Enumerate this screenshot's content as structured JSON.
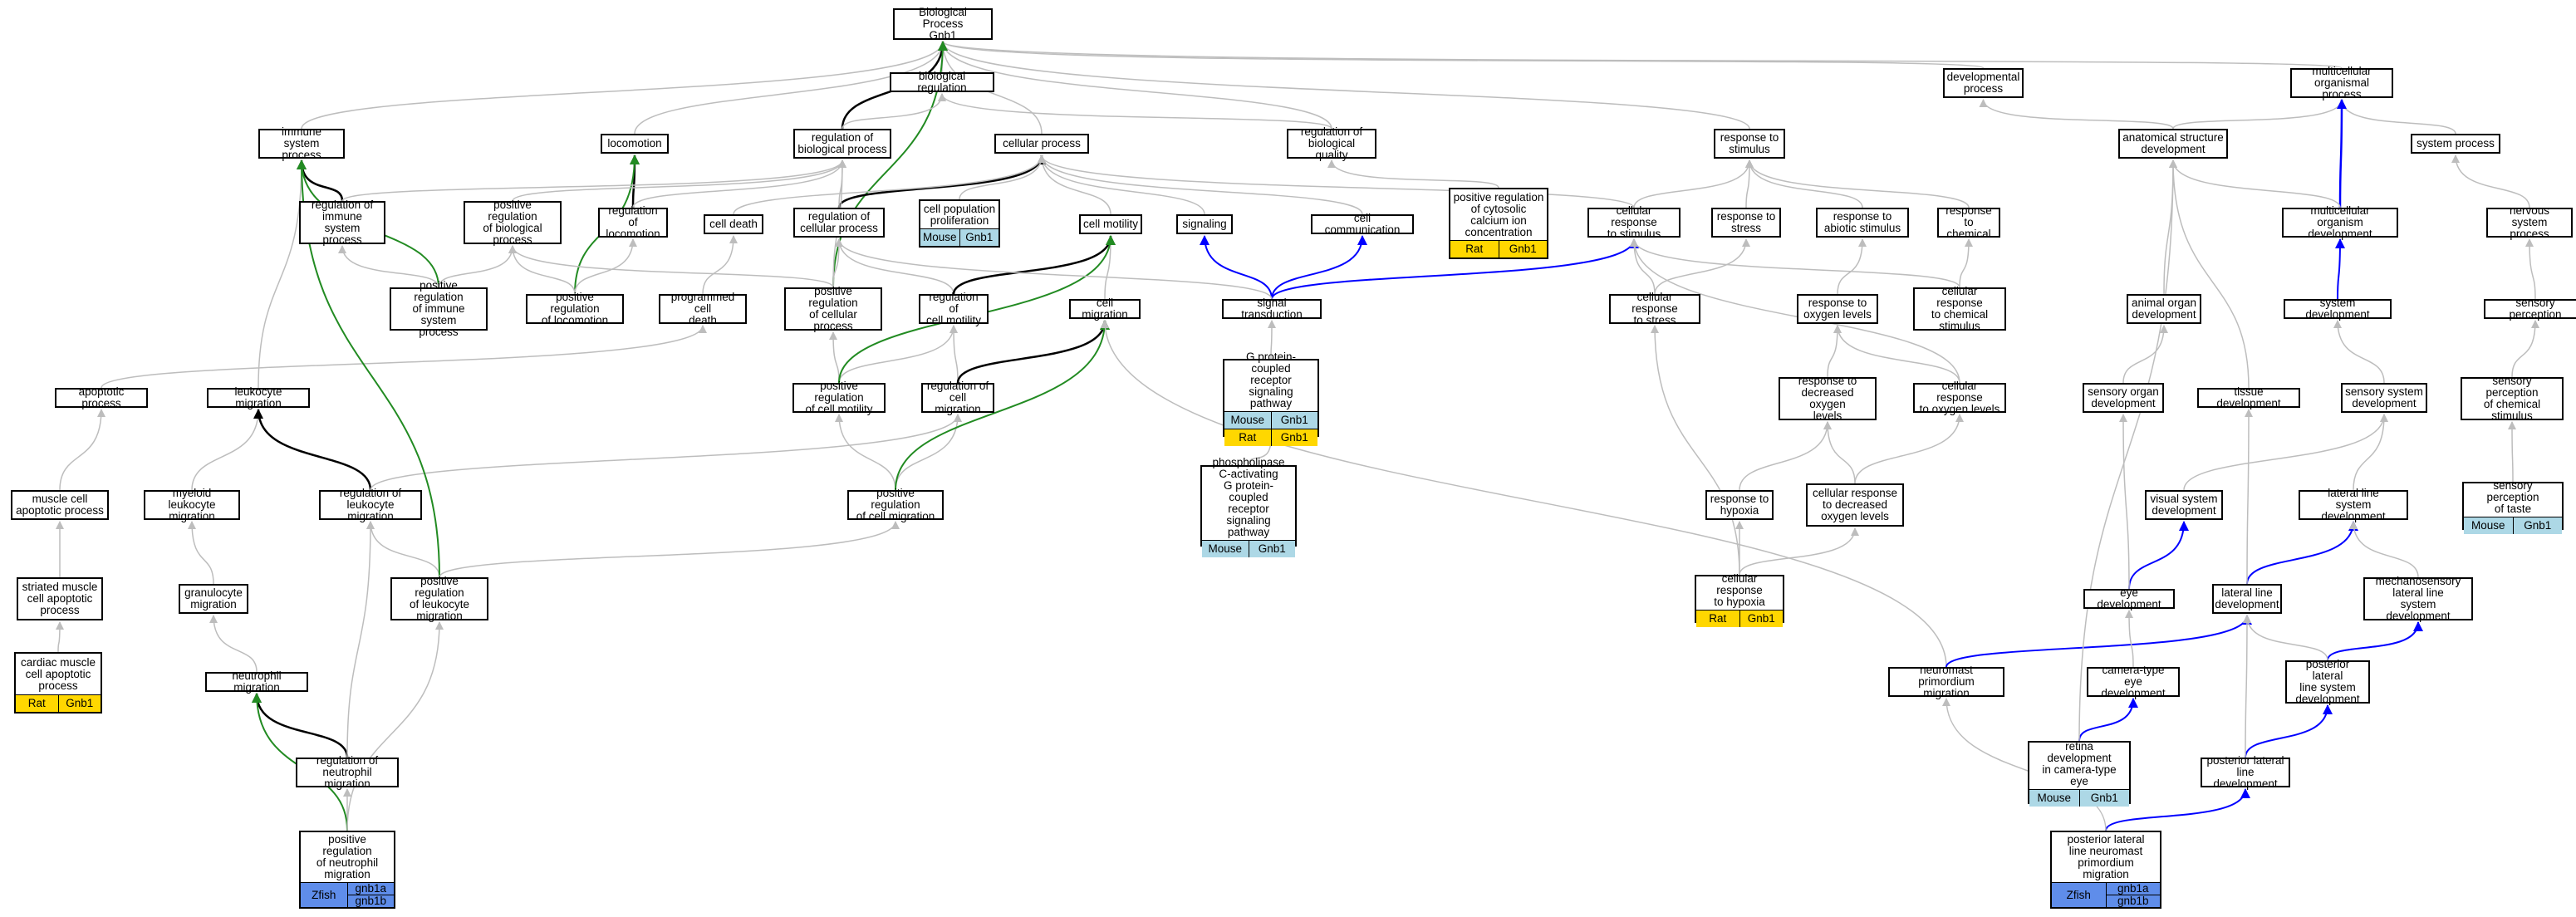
{
  "colors": {
    "gray_edge": "#bdbdbd",
    "black_edge": "#000000",
    "green_edge": "#228b22",
    "blue_edge": "#0000ff",
    "mouse": "#add8e6",
    "rat": "#ffd700",
    "zfish": "#5f8dea"
  },
  "nodes": {
    "root": {
      "label": "Biological Process\nGnb1"
    },
    "bioreg": {
      "label": "biological regulation"
    },
    "devproc": {
      "label": "developmental\nprocess"
    },
    "multiproc": {
      "label": "multicellular\norganismal process"
    },
    "immune": {
      "label": "immune system\nprocess"
    },
    "locomotion": {
      "label": "locomotion"
    },
    "regbio": {
      "label": "regulation of\nbiological process"
    },
    "cellproc": {
      "label": "cellular process"
    },
    "regqual": {
      "label": "regulation of\nbiological quality"
    },
    "respstim": {
      "label": "response to\nstimulus"
    },
    "anatdev": {
      "label": "anatomical structure\ndevelopment"
    },
    "sysproc": {
      "label": "system process"
    },
    "regimm": {
      "label": "regulation of\nimmune system\nprocess"
    },
    "posregbio": {
      "label": "positive regulation\nof biological\nprocess"
    },
    "regloco": {
      "label": "regulation of\nlocomotion"
    },
    "celldeath": {
      "label": "cell death"
    },
    "regcell": {
      "label": "regulation of\ncellular process"
    },
    "cellpop": {
      "label": "cell population\nproliferation",
      "ann": [
        [
          "Mouse",
          "Gnb1",
          "mouse"
        ]
      ]
    },
    "cellmot": {
      "label": "cell motility"
    },
    "signaling": {
      "label": "signaling"
    },
    "cellcomm": {
      "label": "cell communication"
    },
    "posregcyt": {
      "label": "positive regulation\nof cytosolic\ncalcium ion\nconcentration",
      "ann": [
        [
          "Rat",
          "Gnb1",
          "rat"
        ]
      ]
    },
    "cellrespstim": {
      "label": "cellular response\nto stimulus"
    },
    "respstress": {
      "label": "response to\nstress"
    },
    "respabio": {
      "label": "response to\nabiotic stimulus"
    },
    "respchem": {
      "label": "response to\nchemical"
    },
    "multidev": {
      "label": "multicellular\norganism development"
    },
    "nervsys": {
      "label": "nervous system\nprocess"
    },
    "posregimm": {
      "label": "positive regulation\nof immune system\nprocess"
    },
    "posregloco": {
      "label": "positive regulation\nof locomotion"
    },
    "progdeath": {
      "label": "programmed cell\ndeath"
    },
    "posregcell": {
      "label": "positive regulation\nof cellular\nprocess"
    },
    "regcellmot": {
      "label": "regulation of\ncell motility"
    },
    "cellmig": {
      "label": "cell migration"
    },
    "sigtrans": {
      "label": "signal transduction"
    },
    "cellrespstress": {
      "label": "cellular response\nto stress"
    },
    "respoxy": {
      "label": "response to\noxygen levels"
    },
    "cellrespchem": {
      "label": "cellular response\nto chemical\nstimulus"
    },
    "animorg": {
      "label": "animal organ\ndevelopment"
    },
    "sysdev": {
      "label": "system development"
    },
    "sensperc": {
      "label": "sensory perception"
    },
    "apoptotic": {
      "label": "apoptotic process"
    },
    "leukmig": {
      "label": "leukocyte migration"
    },
    "posregcellmot": {
      "label": "positive regulation\nof cell motility"
    },
    "regcellmig": {
      "label": "regulation of\ncell migration"
    },
    "gpcr": {
      "label": "G protein-coupled\nreceptor signaling\npathway",
      "ann": [
        [
          "Mouse",
          "Gnb1",
          "mouse"
        ],
        [
          "Rat",
          "Gnb1",
          "rat"
        ]
      ]
    },
    "respdecoxy": {
      "label": "response to\ndecreased oxygen\nlevels"
    },
    "cellrespoxy": {
      "label": "cellular response\nto oxygen levels"
    },
    "sensorgan": {
      "label": "sensory organ\ndevelopment"
    },
    "tissuedev": {
      "label": "tissue development"
    },
    "sensysdev": {
      "label": "sensory system\ndevelopment"
    },
    "sensperchem": {
      "label": "sensory perception\nof chemical\nstimulus"
    },
    "musclecell": {
      "label": "muscle cell\napoptotic process"
    },
    "myeloid": {
      "label": "myeloid leukocyte\nmigration"
    },
    "regleuk": {
      "label": "regulation of\nleukocyte migration"
    },
    "posregcellmig": {
      "label": "positive regulation\nof cell migration"
    },
    "plc": {
      "label": "phospholipase\nC-activating\nG protein-coupled\nreceptor signaling\npathway",
      "ann": [
        [
          "Mouse",
          "Gnb1",
          "mouse"
        ]
      ]
    },
    "resphyp": {
      "label": "response to\nhypoxia"
    },
    "cellrespdec": {
      "label": "cellular response\nto decreased\noxygen levels"
    },
    "visualsys": {
      "label": "visual system\ndevelopment"
    },
    "latline": {
      "label": "lateral line\nsystem development"
    },
    "sensperctaste": {
      "label": "sensory perception\nof taste",
      "ann": [
        [
          "Mouse",
          "Gnb1",
          "mouse"
        ]
      ]
    },
    "striated": {
      "label": "striated muscle\ncell apoptotic\nprocess"
    },
    "granulocyte": {
      "label": "granulocyte\nmigration"
    },
    "posregleuk": {
      "label": "positive regulation\nof leukocyte\nmigration"
    },
    "cellresphyp": {
      "label": "cellular response\nto hypoxia",
      "ann": [
        [
          "Rat",
          "Gnb1",
          "rat"
        ]
      ]
    },
    "eyedev": {
      "label": "eye development"
    },
    "latlinedev": {
      "label": "lateral line\ndevelopment"
    },
    "mechano": {
      "label": "mechanosensory\nlateral line\nsystem development"
    },
    "cardiac": {
      "label": "cardiac muscle\ncell apoptotic\nprocess",
      "ann": [
        [
          "Rat",
          "Gnb1",
          "rat"
        ]
      ]
    },
    "neutmig": {
      "label": "neutrophil migration"
    },
    "neuromast": {
      "label": "neuromast primordium\nmigration"
    },
    "cameye": {
      "label": "camera-type\neye development"
    },
    "postlatsys": {
      "label": "posterior lateral\nline system\ndevelopment"
    },
    "regneut": {
      "label": "regulation of\nneutrophil migration"
    },
    "retina": {
      "label": "retina development\nin camera-type\neye",
      "ann": [
        [
          "Mouse",
          "Gnb1",
          "mouse"
        ]
      ]
    },
    "postlatdev": {
      "label": "posterior lateral\nline development"
    },
    "posregneut": {
      "label": "positive regulation\nof neutrophil\nmigration",
      "zfish": {
        "label": "Zfish",
        "genes": [
          "gnb1a",
          "gnb1b"
        ]
      }
    },
    "postlatneuro": {
      "label": "posterior lateral\nline neuromast\nprimordium migration",
      "zfish": {
        "label": "Zfish",
        "genes": [
          "gnb1a",
          "gnb1b"
        ]
      }
    }
  }
}
